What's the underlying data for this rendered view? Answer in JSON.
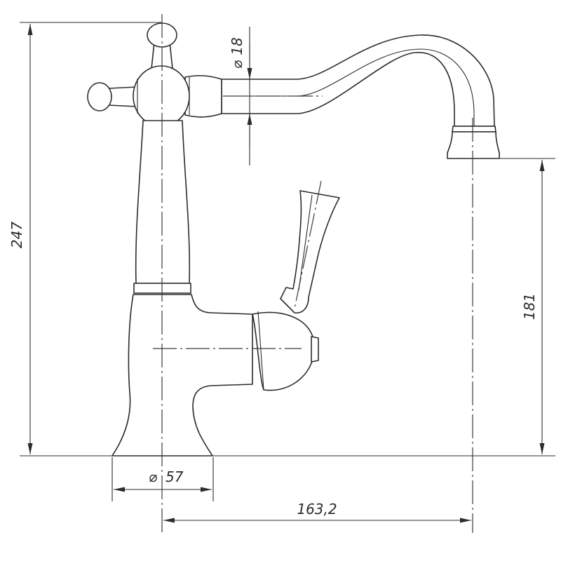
{
  "dimensions": {
    "total_height": "247",
    "spout_height": "181",
    "spout_reach": "163,2",
    "base_diameter": "57",
    "spout_diameter": "18",
    "diameter_symbol": "⌀"
  }
}
